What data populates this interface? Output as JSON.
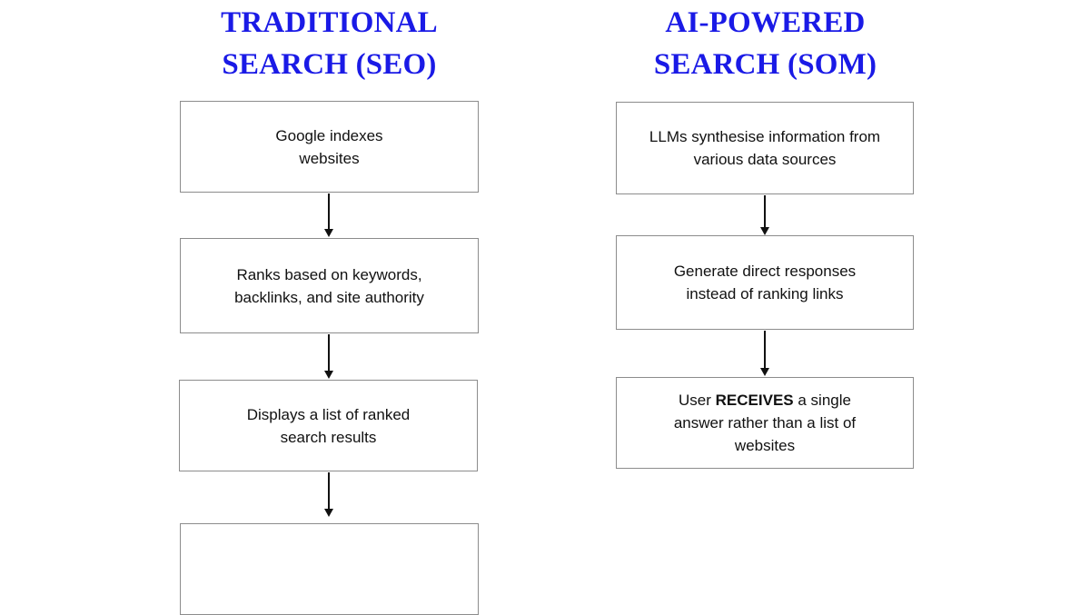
{
  "page": {
    "background_color": "#ffffff",
    "title_color": "#1a1ae6",
    "box_border_color": "#8c8c8c",
    "text_color": "#111111"
  },
  "columns": {
    "left": {
      "title": "TRADITIONAL\nSEARCH (SEO)",
      "steps": [
        {
          "text": "Google indexes\nwebsites"
        },
        {
          "text": "Ranks based on keywords,\nbacklinks, and site authority"
        },
        {
          "text": "Displays a list of ranked\nsearch results"
        },
        {
          "text": ""
        }
      ],
      "connectors": [
        {
          "name": "arrow-left-1"
        },
        {
          "name": "arrow-left-2"
        },
        {
          "name": "arrow-left-3"
        }
      ]
    },
    "right": {
      "title": "AI-POWERED\nSEARCH (SOM)",
      "steps": [
        {
          "text": "LLMs synthesise information from\nvarious data sources"
        },
        {
          "text": "Generate direct responses\ninstead of ranking links"
        },
        {
          "rich": true,
          "before": "User ",
          "emphasis": "RECEIVES",
          "after": " a single\nanswer rather than a list of\nwebsites"
        }
      ],
      "connectors": [
        {
          "name": "arrow-right-1"
        },
        {
          "name": "arrow-right-2"
        }
      ]
    }
  }
}
